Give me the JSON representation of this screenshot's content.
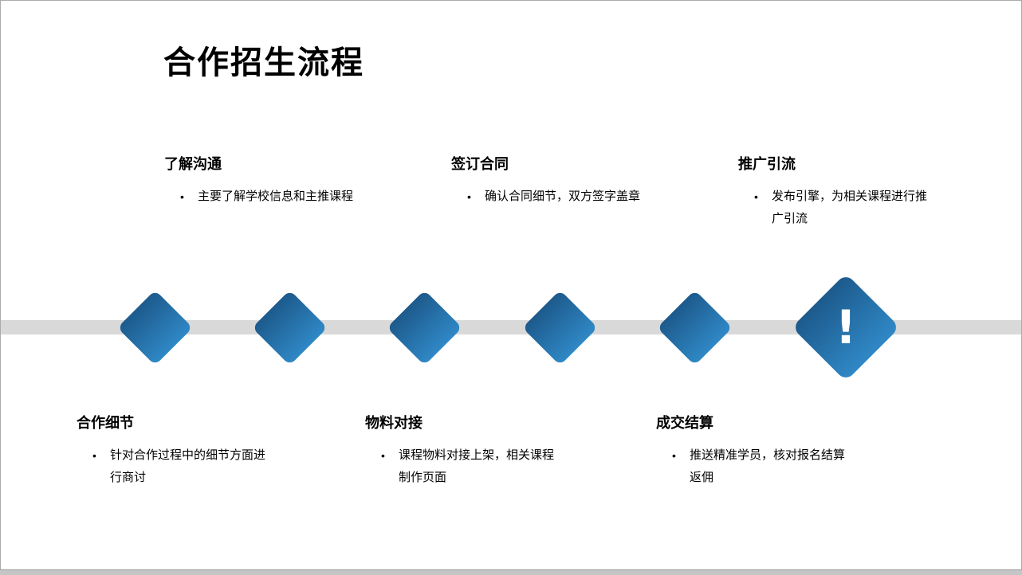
{
  "slide": {
    "title": "合作招生流程",
    "bullet_char": "•",
    "steps_top": [
      {
        "heading": "了解沟通",
        "bullet": "主要了解学校信息和主推课程"
      },
      {
        "heading": "签订合同",
        "bullet": "确认合同细节，双方签字盖章"
      },
      {
        "heading": "推广引流",
        "bullet": "发布引擎，为相关课程进行推广引流"
      }
    ],
    "steps_bottom": [
      {
        "heading": "合作细节",
        "bullet": "针对合作过程中的细节方面进行商讨"
      },
      {
        "heading": "物料对接",
        "bullet": "课程物料对接上架，相关课程制作页面"
      },
      {
        "heading": "成交结算",
        "bullet": "推送精准学员，核对报名结算返佣"
      }
    ],
    "timeline": {
      "diamond_count": 6,
      "final_marker": "!",
      "colors": {
        "diamond_gradient_start": "#1d5a8c",
        "diamond_gradient_end": "#2f88c6",
        "bar": "#d9d9d9",
        "marker_text": "#ffffff"
      }
    }
  }
}
